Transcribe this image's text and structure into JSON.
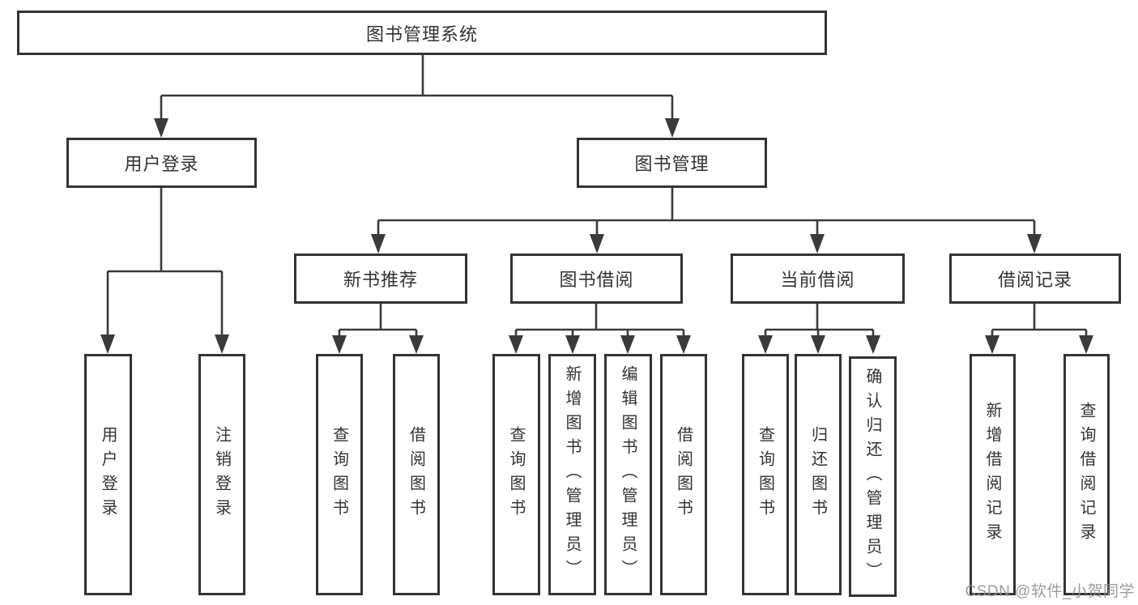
{
  "root": {
    "label": "图书管理系统"
  },
  "user_login": {
    "label": "用户登录",
    "children": [
      "用户登录",
      "注销登录"
    ]
  },
  "book_mgmt": {
    "label": "图书管理"
  },
  "new_books": {
    "label": "新书推荐",
    "children": [
      "查询图书",
      "借阅图书"
    ]
  },
  "book_borrow": {
    "label": "图书借阅",
    "children": [
      "查询图书",
      "新增图书（管理员）",
      "编辑图书（管理员）",
      "借阅图书"
    ]
  },
  "current_borrow": {
    "label": "当前借阅",
    "children": [
      "查询图书",
      "归还图书",
      "确认归还（管理员）"
    ]
  },
  "borrow_records": {
    "label": "借阅记录",
    "children": [
      "新增借阅记录",
      "查询借阅记录"
    ]
  },
  "watermark": {
    "label": "CSDN @软件_小贺同学"
  },
  "colors": {
    "line": "#3a3a3a",
    "box_border": "#333333",
    "text": "#333333",
    "watermark": "#949494",
    "background": "#ffffff"
  }
}
